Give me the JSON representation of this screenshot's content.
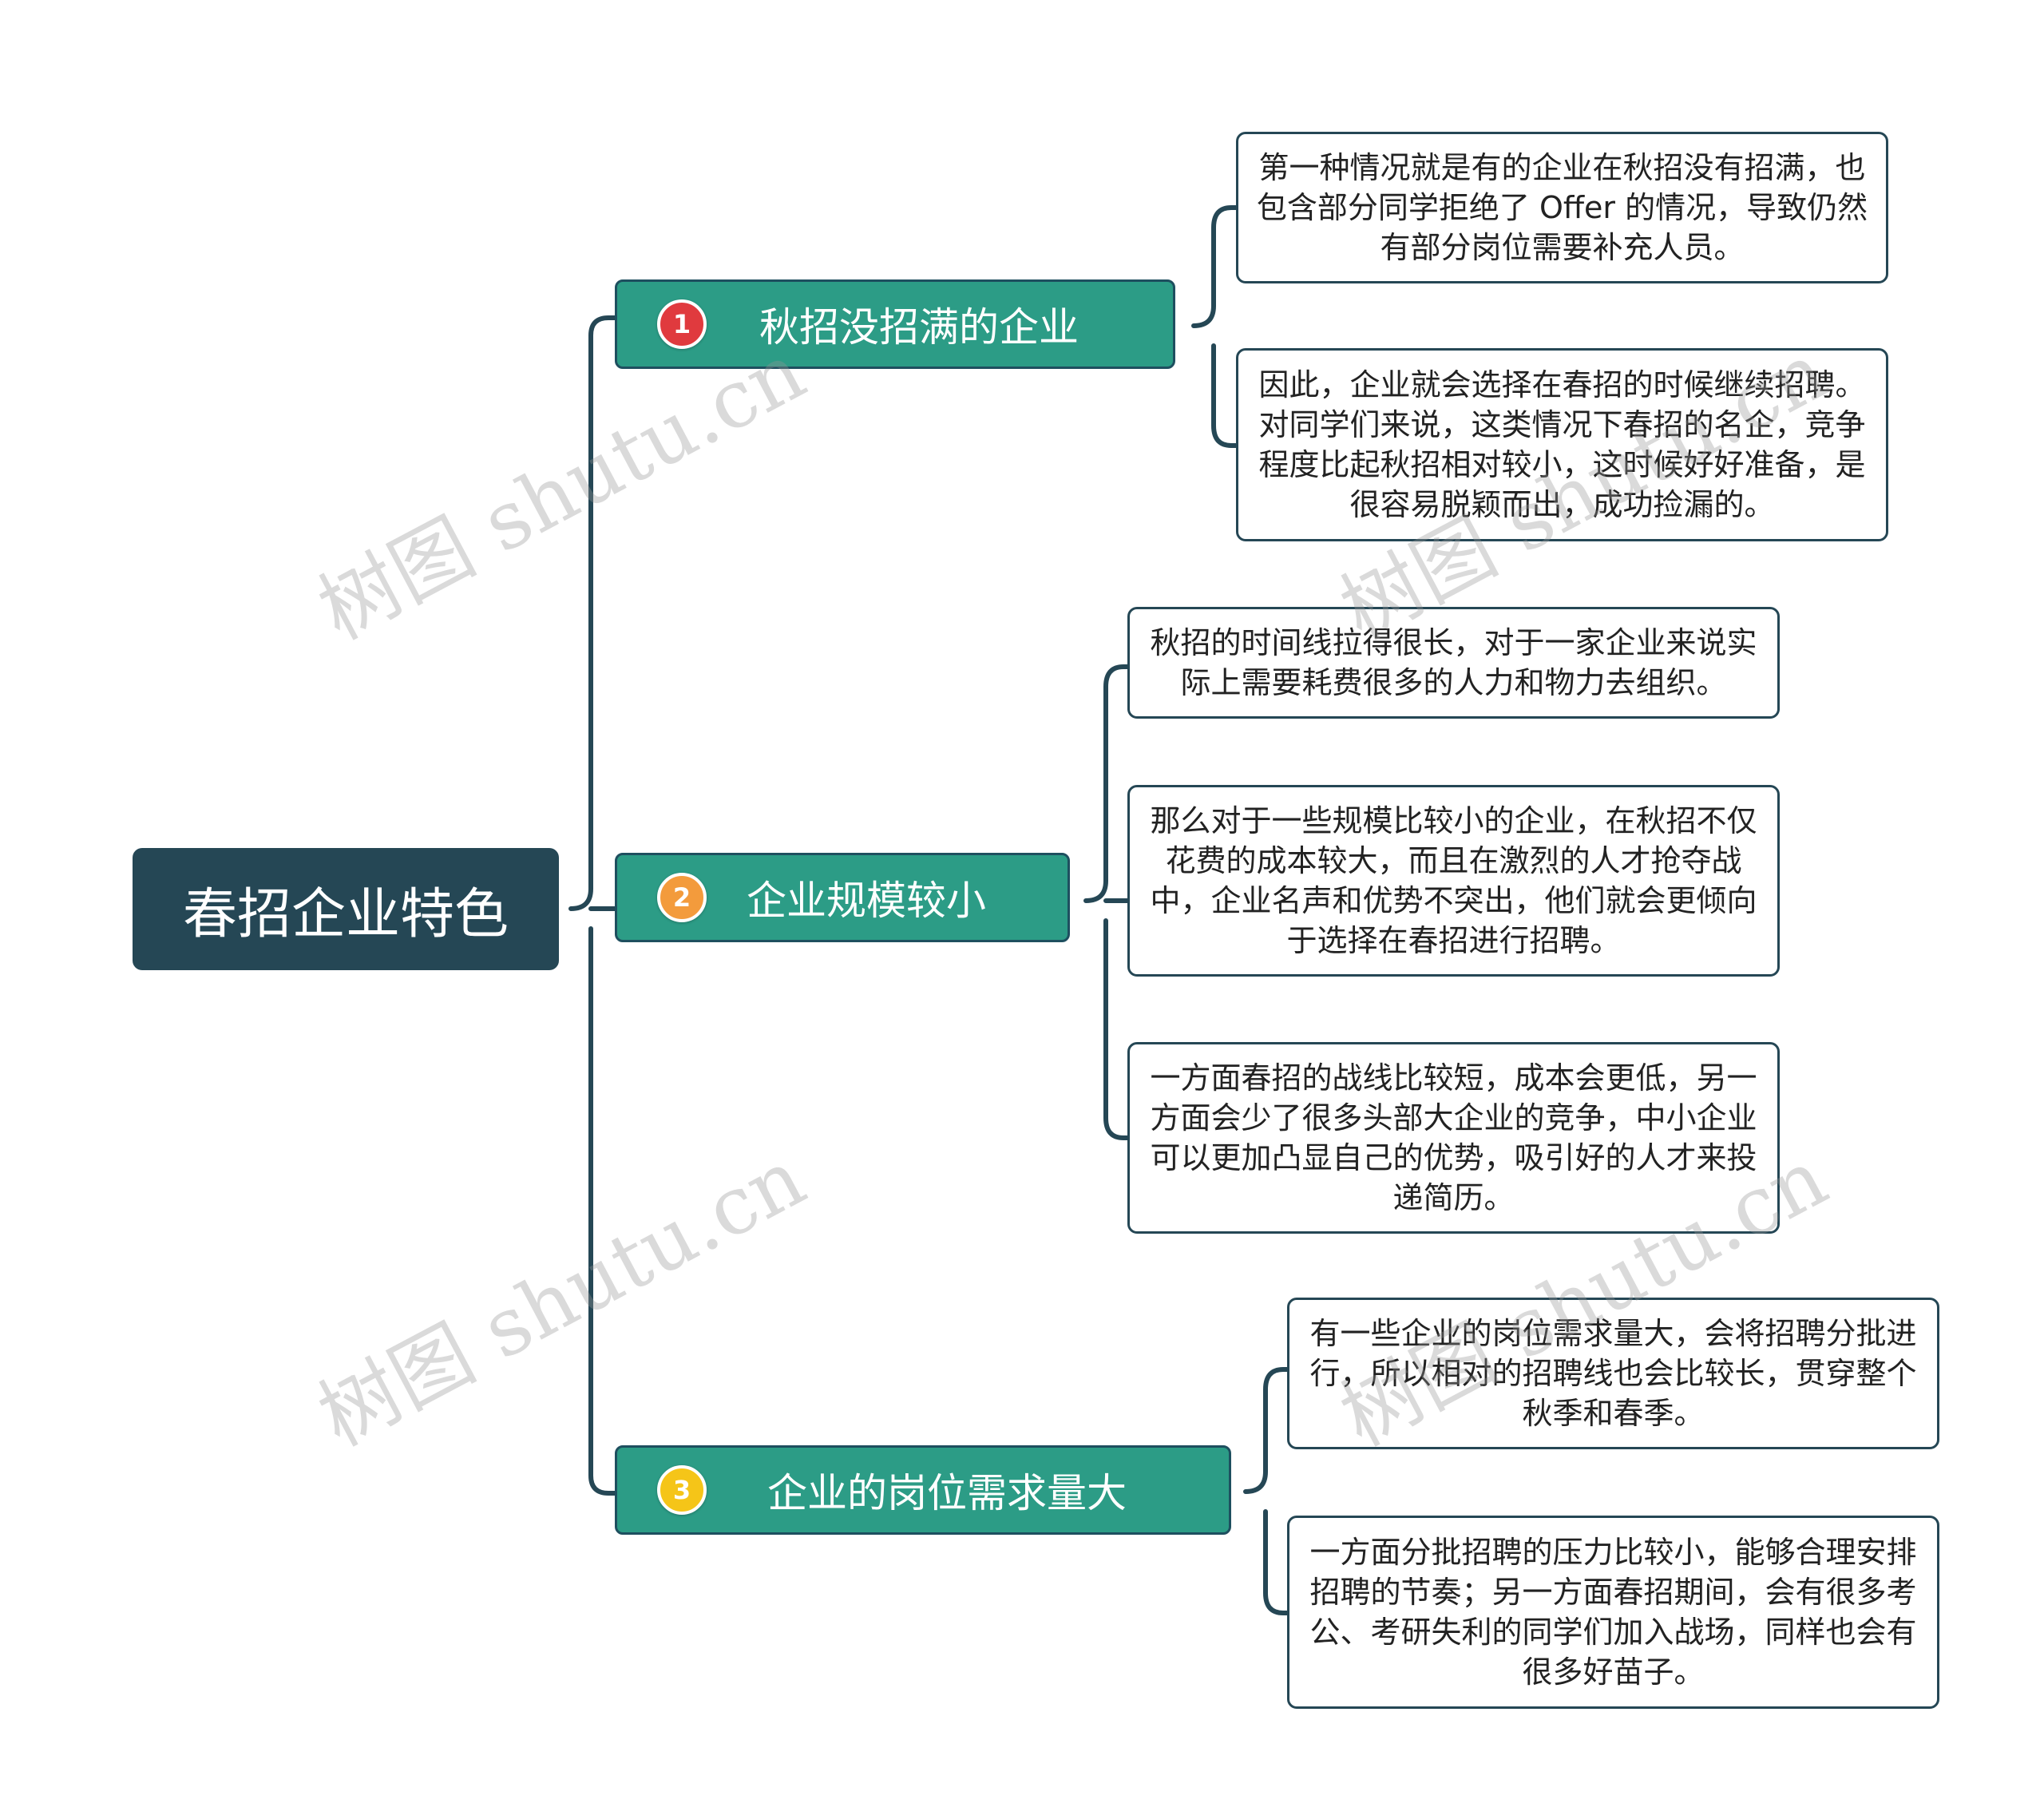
{
  "root": {
    "label": "春招企业特色"
  },
  "branches": [
    {
      "num": "1",
      "color": "#e03a3e",
      "label": "秋招没招满的企业",
      "leaves": [
        "第一种情况就是有的企业在秋招没有招满，也包含部分同学拒绝了 Offer 的情况，导致仍然有部分岗位需要补充人员。",
        "因此，企业就会选择在春招的时候继续招聘。对同学们来说，这类情况下春招的名企，竞争程度比起秋招相对较小，这时候好好准备，是很容易脱颖而出，成功捡漏的。"
      ]
    },
    {
      "num": "2",
      "color": "#f39b3c",
      "label": "企业规模较小",
      "leaves": [
        "秋招的时间线拉得很长，对于一家企业来说实际上需要耗费很多的人力和物力去组织。",
        "那么对于一些规模比较小的企业，在秋招不仅花费的成本较大，而且在激烈的人才抢夺战中，企业名声和优势不突出，他们就会更倾向于选择在春招进行招聘。",
        "一方面春招的战线比较短，成本会更低，另一方面会少了很多头部大企业的竞争，中小企业可以更加凸显自己的优势，吸引好的人才来投递简历。"
      ]
    },
    {
      "num": "3",
      "color": "#f5c518",
      "label": "企业的岗位需求量大",
      "leaves": [
        "有一些企业的岗位需求量大，会将招聘分批进行，所以相对的招聘线也会比较长，贯穿整个秋季和春季。",
        "一方面分批招聘的压力比较小，能够合理安排招聘的节奏；另一方面春招期间，会有很多考公、考研失利的同学们加入战场，同样也会有很多好苗子。"
      ]
    }
  ],
  "watermark": "树图 shutu.cn"
}
